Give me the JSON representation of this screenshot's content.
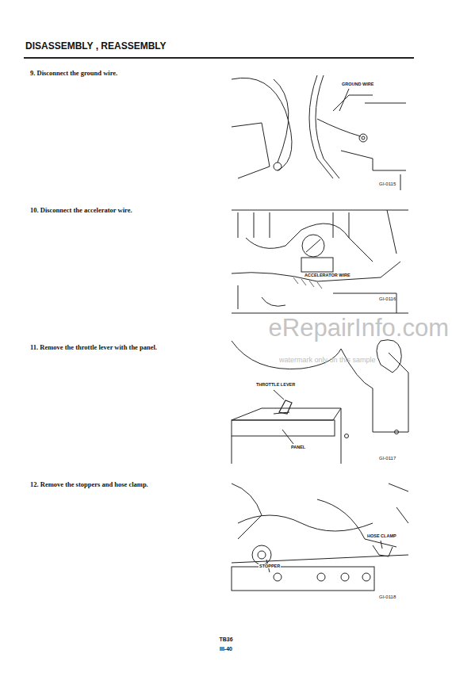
{
  "diagram": {
    "title": "DISASSEMBLY , REASSEMBLY",
    "labels": [
      "9. Disconnect the ground wire.",
      "GROUND WIRE",
      "GI-0115",
      "10. Disconnect the accelerator wire.",
      "ACCELERATOR WIRE",
      "GI-0116",
      "eRepairInfo.com",
      "watermark only on this sample",
      "11. Remove the throttle lever with the panel.",
      "THROTTLE LEVER",
      "PANEL",
      "GI-0117",
      "12. Remove the stoppers and hose clamp.",
      "HOSE CLAMP",
      "STOPPER",
      "GI-0118",
      "TB36",
      "III-40"
    ]
  }
}
